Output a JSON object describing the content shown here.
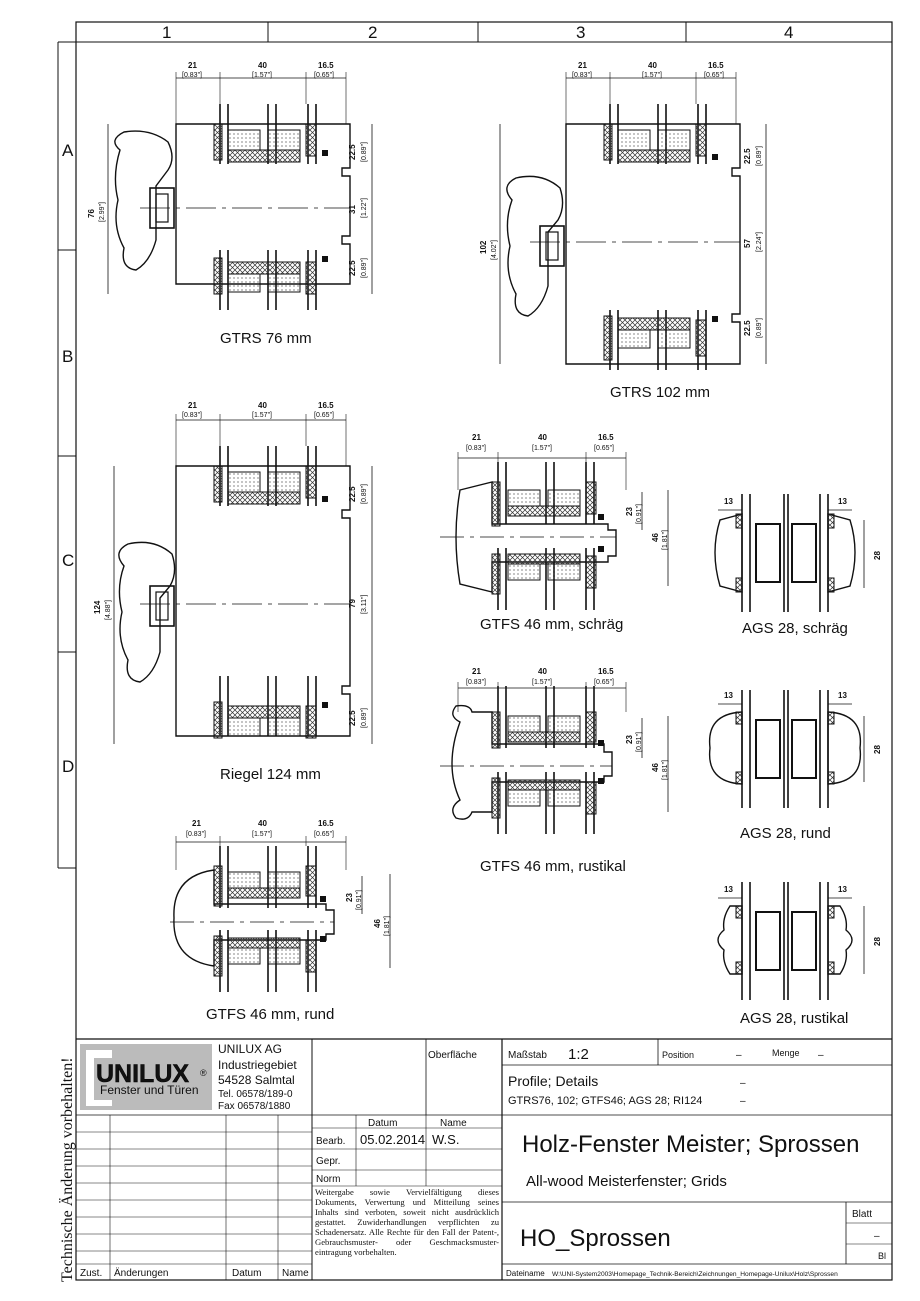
{
  "grid": {
    "columns": [
      "1",
      "2",
      "3",
      "4"
    ],
    "rows": [
      "A",
      "B",
      "C",
      "D"
    ]
  },
  "side_text": "Technische Änderung vorbehalten!",
  "dims": {
    "d21": "21",
    "d21in": "[0.83\"]",
    "d40": "40",
    "d40in": "[1.57\"]",
    "d165": "16.5",
    "d165in": "[0.65\"]",
    "d225": "22.5",
    "d225in": "[0.89\"]",
    "d31": "31",
    "d31in": "[1.22\"]",
    "d76": "76",
    "d76in": "[2.99\"]",
    "d102": "102",
    "d102in": "[4.02\"]",
    "d57": "57",
    "d57in": "[2.24\"]",
    "d124": "124",
    "d124in": "[4.88\"]",
    "d79": "79",
    "d79in": "[3.11\"]",
    "d23": "23",
    "d23in": "[0.91\"]",
    "d46": "46",
    "d46in": "[1.81\"]",
    "d13": "13",
    "d28": "28"
  },
  "captions": {
    "gtrs76": "GTRS 76 mm",
    "gtrs102": "GTRS 102 mm",
    "riegel124": "Riegel 124 mm",
    "gtfs_schraeg": "GTFS 46 mm, schräg",
    "gtfs_rustikal": "GTFS 46 mm, rustikal",
    "gtfs_rund": "GTFS 46 mm, rund",
    "ags_schraeg": "AGS 28, schräg",
    "ags_rund": "AGS 28, rund",
    "ags_rustikal": "AGS 28, rustikal"
  },
  "title_block": {
    "logo": "UNILUX",
    "logo_sub": "Fenster und Türen",
    "company": "UNILUX AG",
    "address": [
      "Industriegebiet",
      "54528 Salmtal",
      "Tel. 06578/189-0",
      "Fax 06578/1880"
    ],
    "oberflaeche": "Oberfläche",
    "massstab_label": "Maßstab",
    "massstab_value": "1:2",
    "position_label": "Position",
    "position_value": "–",
    "menge_label": "Menge",
    "menge_value": "–",
    "desc_line1": "Profile; Details",
    "desc_line2": "GTRS76, 102; GTFS46; AGS 28; RI124",
    "desc_dash1": "–",
    "desc_dash2": "–",
    "datum_header": "Datum",
    "name_header": "Name",
    "bearb": "Bearb.",
    "bearb_date": "05.02.2014",
    "bearb_name": "W.S.",
    "gepr": "Gepr.",
    "norm": "Norm",
    "title_main": "Holz-Fenster Meister;   Sprossen",
    "title_sub": "All-wood Meisterfenster;   Grids",
    "drawing_no": "HO_Sprossen",
    "blatt": "Blatt",
    "blatt_value": "–",
    "bl": "Bl",
    "legal": "Weitergabe sowie Vervielfältigung dieses Dokuments, Verwertung und Mitteilung seines Inhalts sind verboten, soweit nicht ausdrücklich gestattet. Zuwiderhandlungen verpflichten zu Schadenersatz. Alle Rechte für den Fall der Patent-, Gebrauchsmuster- oder Geschmacksmuster-eintragung vorbehalten.",
    "zust": "Zust.",
    "aenderungen": "Änderungen",
    "datum": "Datum",
    "name": "Name",
    "dateiname_label": "Dateiname",
    "dateiname": "W:\\UNI-System2003\\Homepage_Technik-Bereich\\Zeichnungen_Homepage-Unilux\\Holz\\Sprossen"
  }
}
